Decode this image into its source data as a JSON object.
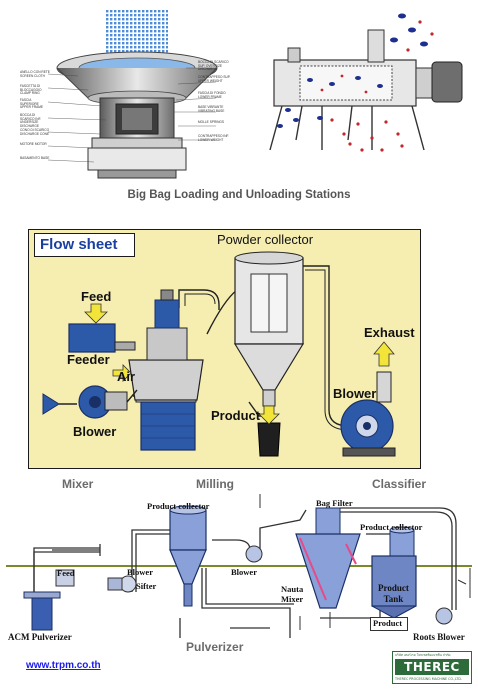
{
  "top_section": {
    "caption": "Big Bag Loading and Unloading Stations",
    "left_callouts": [
      "ANELLO CON RETE SCREEN CLOTH",
      "FASCETTA DI BLOCCAGGIO CLAMP RING",
      "FASCIA SUPERIORE UPPER FRAME",
      "BOCCA DI SCARICO INF. UNDERSIZE DISCHARGE",
      "CONO DI SCARICO DISCHARGE CONE",
      "MOTORE MOTOR",
      "BASAMENTO BASE"
    ],
    "right_callouts": [
      "BOCCA DI SCARICO SUP. OVERSIZE DISCHARGE",
      "CONTRAPPESO SUP. UPPER WEIGHT",
      "FASCIA DI FONDO LOWER FRAME",
      "BASE VIBRANTE VIBRATING BASE",
      "MOLLE SPRINGS",
      "CONTRAPPESO INF. LOWER WEIGHT"
    ]
  },
  "flow_sheet": {
    "title": "Flow sheet",
    "labels": {
      "feed": "Feed",
      "feeder": "Feeder",
      "air": "Air",
      "blower_left": "Blower",
      "powder_collector": "Powder collector",
      "product": "Product",
      "exhaust": "Exhaust",
      "blower_right": "Blower"
    }
  },
  "mid_captions": {
    "mixer": "Mixer",
    "milling": "Milling",
    "classifier": "Classifier"
  },
  "plant": {
    "labels": {
      "product_collector_1": "Product collector",
      "feed": "Feed",
      "blower_1": "Blower",
      "sifter": "Sifter",
      "blower_2": "Blower",
      "bag_filter": "Bag Filter",
      "product_collector_2": "Product collector",
      "nauta_mixer": "Nauta\nMixer",
      "product_tank": "Product\nTank",
      "product": "Product",
      "acm_pulverizer": "ACM Pulverizer",
      "roots_blower": "Roots Blower"
    }
  },
  "footer": {
    "pulverizer_caption": "Pulverizer",
    "website": "www.trpm.co.th",
    "logo_thai": "บริษัท เทอร์เรค โพรเซสซิ่งแมชชีน จำกัด",
    "logo_name": "THEREC",
    "logo_sub": "THEREC PROCESSING MACHINE CO.,LTD."
  },
  "colors": {
    "flow_bg": "#f6eeb0",
    "flow_border": "#1a1a1a",
    "title_blue": "#1a3fa0",
    "arrow_yellow": "#f3e43a",
    "machine_blue": "#2d5aa8",
    "link_blue": "#1a1aee",
    "logo_green": "#2e6b3a",
    "ground_line": "#7a8a2a"
  }
}
